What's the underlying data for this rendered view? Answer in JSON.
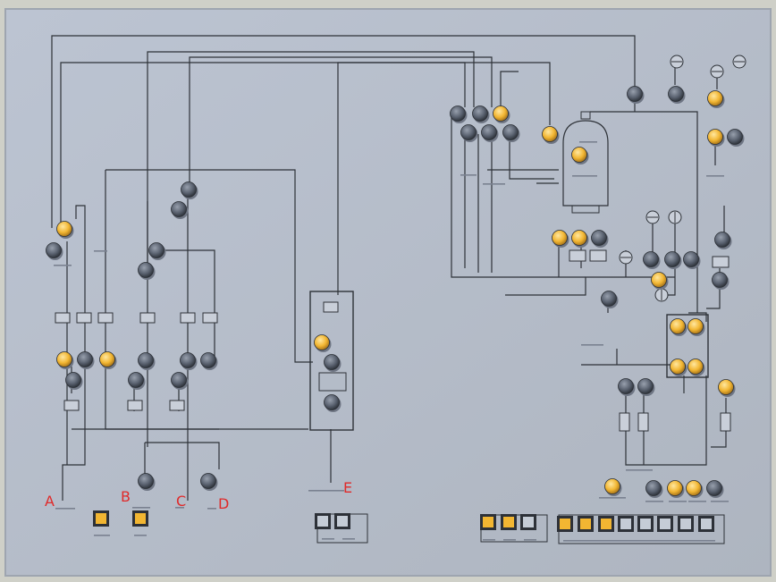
{
  "letters": [
    {
      "id": "A",
      "text": "A"
    },
    {
      "id": "B",
      "text": "B"
    },
    {
      "id": "C",
      "text": "C"
    },
    {
      "id": "D",
      "text": "D"
    },
    {
      "id": "E",
      "text": "E"
    }
  ],
  "colors": {
    "frame": "#cfd0c8",
    "panel": "#b7bfcc",
    "line": "#2e3238",
    "lamp_on": "#f2b632",
    "lamp_off": "#5a6270",
    "label_red": "#e02a2a"
  },
  "icons": [
    "indicator-lamp",
    "push-button",
    "valve-box",
    "gauge-icon",
    "tank-icon"
  ]
}
